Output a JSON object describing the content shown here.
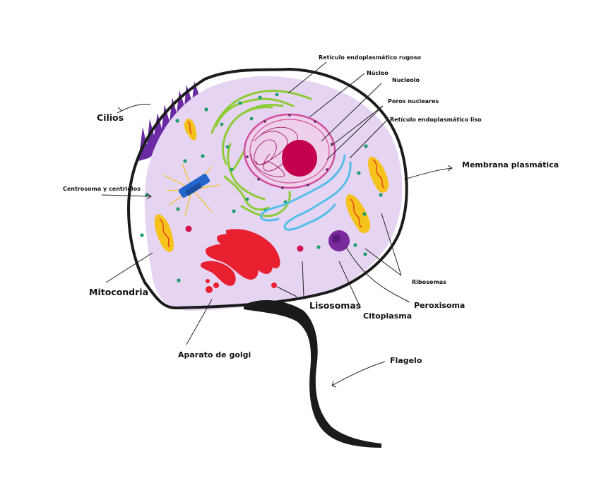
{
  "labels": {
    "cilios": "Cilios",
    "reticulo_rugoso": "Retículo endoplasmático rugoso",
    "nucleo": "Núcleo",
    "nucleolo": "Nucleolo",
    "poros_nucleares": "Poros nucleares",
    "reticulo_liso": "Retículo endoplasmático liso",
    "membrana_plasmatica": "Membrana plasmática",
    "centrosoma": "Centrosoma y centriolos",
    "ribosomas": "Ribosomas",
    "peroxisoma": "Peroxisoma",
    "mitocondria": "Mitocondria",
    "lisosomas": "Lisosomas",
    "citoplasma": "Citoplasma",
    "aparato_golgi": "Aparato de golgi",
    "flagelo": "Flagelo"
  },
  "colors": {
    "cytoplasm": "#e6d4f3",
    "membrane": "#1b1b1b",
    "cilia": "#6a2aa4",
    "rough_er": "#8ccc34",
    "smooth_er": "#54bfe9",
    "nucleus_envelope": "#d14ea0",
    "nucleolus": "#c4004e",
    "golgi": "#e8202f",
    "mitochondria_fill": "#f6c21c",
    "mitochondria_inner": "#e5431c",
    "centrosome": "#2266cc",
    "peroxisome": "#7b2a9e",
    "ribosome": "#1f9e6e",
    "lysosome": "#d6114f",
    "flagellum": "#1b1b1b"
  }
}
